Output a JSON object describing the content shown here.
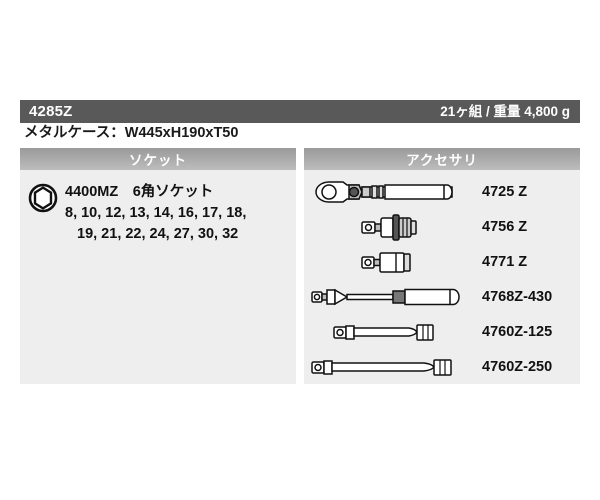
{
  "product": {
    "code": "4285Z",
    "spec": "21ヶ組 / 重量 4,800 g",
    "case_caption": "メタルケース：W445xH190xT50"
  },
  "columns": {
    "socket_header": "ソケット",
    "accessory_header": "アクセサリ"
  },
  "socket": {
    "icon_name": "hex-socket-icon",
    "title": "4400MZ　6角ソケット",
    "sizes_line1": "8, 10, 12, 13, 14, 16, 17, 18,",
    "sizes_line2": "19, 21, 22, 24, 27, 30, 32"
  },
  "accessories": [
    {
      "code": "4725 Z",
      "icon_name": "ratchet-handle-icon"
    },
    {
      "code": "4756 Z",
      "icon_name": "universal-joint-icon"
    },
    {
      "code": "4771 Z",
      "icon_name": "adapter-icon"
    },
    {
      "code": "4768Z-430",
      "icon_name": "sliding-t-handle-icon"
    },
    {
      "code": "4760Z-125",
      "icon_name": "extension-bar-125-icon"
    },
    {
      "code": "4760Z-250",
      "icon_name": "extension-bar-250-icon"
    }
  ],
  "colors": {
    "title_bar": "#595959",
    "column_header": "#a9a9a9",
    "panel_background": "#eeeeee",
    "text_dark": "#111111",
    "text_light": "#ffffff"
  }
}
